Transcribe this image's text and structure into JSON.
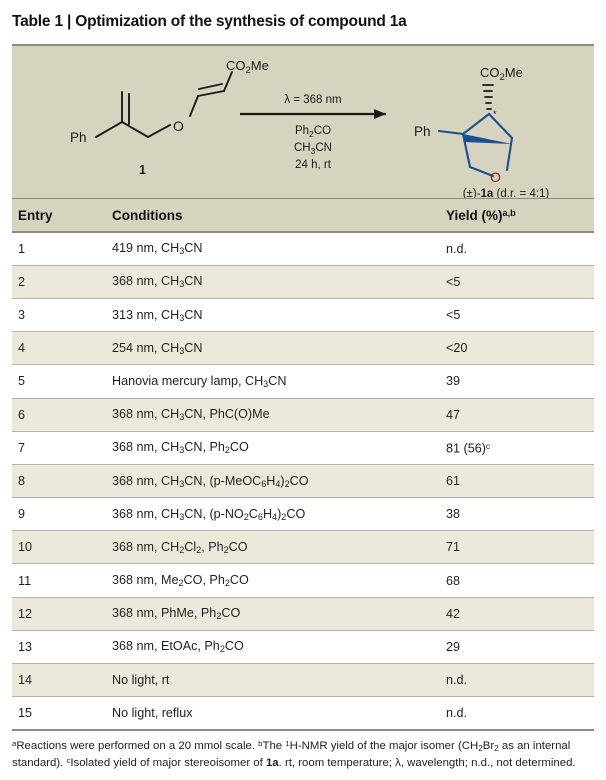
{
  "title": "Table 1 | Optimization of the synthesis of compound 1a",
  "scheme": {
    "reactant_label": "1",
    "reactant_ph": "Ph",
    "reactant_ester": "CO2Me",
    "reactant_o": "O",
    "arrow_top": "λ = 368 nm",
    "arrow_below_1": "Ph2CO",
    "arrow_below_2": "CH3CN",
    "arrow_below_3": "24 h, rt",
    "product_ph": "Ph",
    "product_ester": "CO2Me",
    "product_o": "O",
    "product_caption_pre": "(±)-",
    "product_caption_bold": "1a",
    "product_caption_post": " (d.r. = 4:1)"
  },
  "columns": {
    "entry": "Entry",
    "conditions": "Conditions",
    "yield": "Yield (%)",
    "yield_sup": "a,b"
  },
  "rows": [
    {
      "entry": "1",
      "conditions": "419 nm, CH3CN",
      "yield": "n.d."
    },
    {
      "entry": "2",
      "conditions": "368 nm, CH3CN",
      "yield": "<5"
    },
    {
      "entry": "3",
      "conditions": "313 nm, CH3CN",
      "yield": "<5"
    },
    {
      "entry": "4",
      "conditions": "254 nm, CH3CN",
      "yield": "<20"
    },
    {
      "entry": "5",
      "conditions": "Hanovia mercury lamp, CH3CN",
      "yield": "39"
    },
    {
      "entry": "6",
      "conditions": "368 nm, CH3CN, PhC(O)Me",
      "yield": "47"
    },
    {
      "entry": "7",
      "conditions": "368 nm, CH3CN, Ph2CO",
      "yield": "81 (56)c"
    },
    {
      "entry": "8",
      "conditions": "368 nm, CH3CN, (p-MeOC6H4)2CO",
      "yield": "61"
    },
    {
      "entry": "9",
      "conditions": "368 nm, CH3CN, (p-NO2C6H4)2CO",
      "yield": "38"
    },
    {
      "entry": "10",
      "conditions": "368 nm, CH2Cl2, Ph2CO",
      "yield": "71"
    },
    {
      "entry": "11",
      "conditions": "368 nm, Me2CO, Ph2CO",
      "yield": "68"
    },
    {
      "entry": "12",
      "conditions": "368 nm, PhMe, Ph2CO",
      "yield": "42"
    },
    {
      "entry": "13",
      "conditions": "368 nm, EtOAc, Ph2CO",
      "yield": "29"
    },
    {
      "entry": "14",
      "conditions": "No light, rt",
      "yield": "n.d."
    },
    {
      "entry": "15",
      "conditions": "No light, reflux",
      "yield": "n.d."
    }
  ],
  "footnotes": {
    "a_marker": "a",
    "a_text": "Reactions were performed on a 20 mmol scale. ",
    "b_marker": "b",
    "b_text_1": "The ",
    "b_nmr": "1H-NMR",
    "b_text_2": " yield of the major isomer (CH2Br2 as an internal standard). ",
    "c_marker": "c",
    "c_text_1": "Isolated yield of major stereoisomer of ",
    "c_bold": "1a",
    "c_text_2": ". rt, room temperature; λ, wavelength; n.d., not determined."
  },
  "colors": {
    "scheme_bg": "#d6d3be",
    "row_shaded": "#ece9dc",
    "structure_blue": "#1b4f8f",
    "oxygen_red": "#9e1a1a",
    "rule": "#8c8b80"
  }
}
